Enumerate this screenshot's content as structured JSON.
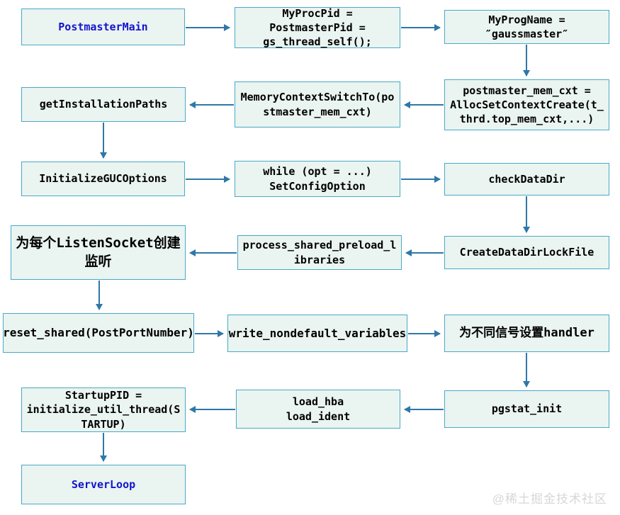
{
  "title": "openGauss PostmasterMain startup flowchart",
  "colors": {
    "node_fill": "#eaf4f0",
    "node_border": "#4aa9c8",
    "arrow": "#2e78a8",
    "entry_text": "#1414cc",
    "body_text": "#000000",
    "watermark_text": "#d7d7d7"
  },
  "nodes": {
    "postmaster_main": {
      "label": "PostmasterMain"
    },
    "my_proc_pid": {
      "label": "MyProcPid =\nPostmasterPid =\ngs_thread_self();"
    },
    "my_prog_name": {
      "label": "MyProgName =\n″gaussmaster″"
    },
    "postmaster_mem_cxt": {
      "label": "postmaster_mem_cxt =\nAllocSetContextCreate(t_\nthrd.top_mem_cxt,...)"
    },
    "memory_context_switch_to": {
      "label": "MemoryContextSwitchTo(po\nstmaster_mem_cxt)"
    },
    "get_installation_paths": {
      "label": "getInstallationPaths"
    },
    "initialize_guc_options": {
      "label": "InitializeGUCOptions"
    },
    "while_set_config_option": {
      "label": "while (opt = ...)\nSetConfigOption"
    },
    "check_data_dir": {
      "label": "checkDataDir"
    },
    "create_data_dir_lock_file": {
      "label": "CreateDataDirLockFile"
    },
    "process_shared_preload_libraries": {
      "label": "process_shared_preload_l\nibraries"
    },
    "listen_socket": {
      "label": "为每个ListenSocket创建监听"
    },
    "reset_shared": {
      "label": "reset_shared(PostPortNumber)"
    },
    "write_nondefault_variables": {
      "label": "write_nondefault_variables"
    },
    "signal_handlers": {
      "label": "为不同信号设置handler"
    },
    "pgstat_init": {
      "label": "pgstat_init"
    },
    "load_hba_ident": {
      "label": "load_hba\nload_ident"
    },
    "startup_pid": {
      "label": "StartupPID =\ninitialize_util_thread(S\nTARTUP)"
    },
    "server_loop": {
      "label": "ServerLoop"
    }
  },
  "edges": [
    {
      "from": "postmaster_main",
      "to": "my_proc_pid",
      "dir": "right"
    },
    {
      "from": "my_proc_pid",
      "to": "my_prog_name",
      "dir": "right"
    },
    {
      "from": "my_prog_name",
      "to": "postmaster_mem_cxt",
      "dir": "down"
    },
    {
      "from": "postmaster_mem_cxt",
      "to": "memory_context_switch_to",
      "dir": "left"
    },
    {
      "from": "memory_context_switch_to",
      "to": "get_installation_paths",
      "dir": "left"
    },
    {
      "from": "get_installation_paths",
      "to": "initialize_guc_options",
      "dir": "down"
    },
    {
      "from": "initialize_guc_options",
      "to": "while_set_config_option",
      "dir": "right"
    },
    {
      "from": "while_set_config_option",
      "to": "check_data_dir",
      "dir": "right"
    },
    {
      "from": "check_data_dir",
      "to": "create_data_dir_lock_file",
      "dir": "down"
    },
    {
      "from": "create_data_dir_lock_file",
      "to": "process_shared_preload_libraries",
      "dir": "left"
    },
    {
      "from": "process_shared_preload_libraries",
      "to": "listen_socket",
      "dir": "left"
    },
    {
      "from": "listen_socket",
      "to": "reset_shared",
      "dir": "down"
    },
    {
      "from": "reset_shared",
      "to": "write_nondefault_variables",
      "dir": "right"
    },
    {
      "from": "write_nondefault_variables",
      "to": "signal_handlers",
      "dir": "right"
    },
    {
      "from": "signal_handlers",
      "to": "pgstat_init",
      "dir": "down"
    },
    {
      "from": "pgstat_init",
      "to": "load_hba_ident",
      "dir": "left"
    },
    {
      "from": "load_hba_ident",
      "to": "startup_pid",
      "dir": "left"
    },
    {
      "from": "startup_pid",
      "to": "server_loop",
      "dir": "down"
    }
  ],
  "watermark": {
    "text": "@稀土掘金技术社区"
  }
}
